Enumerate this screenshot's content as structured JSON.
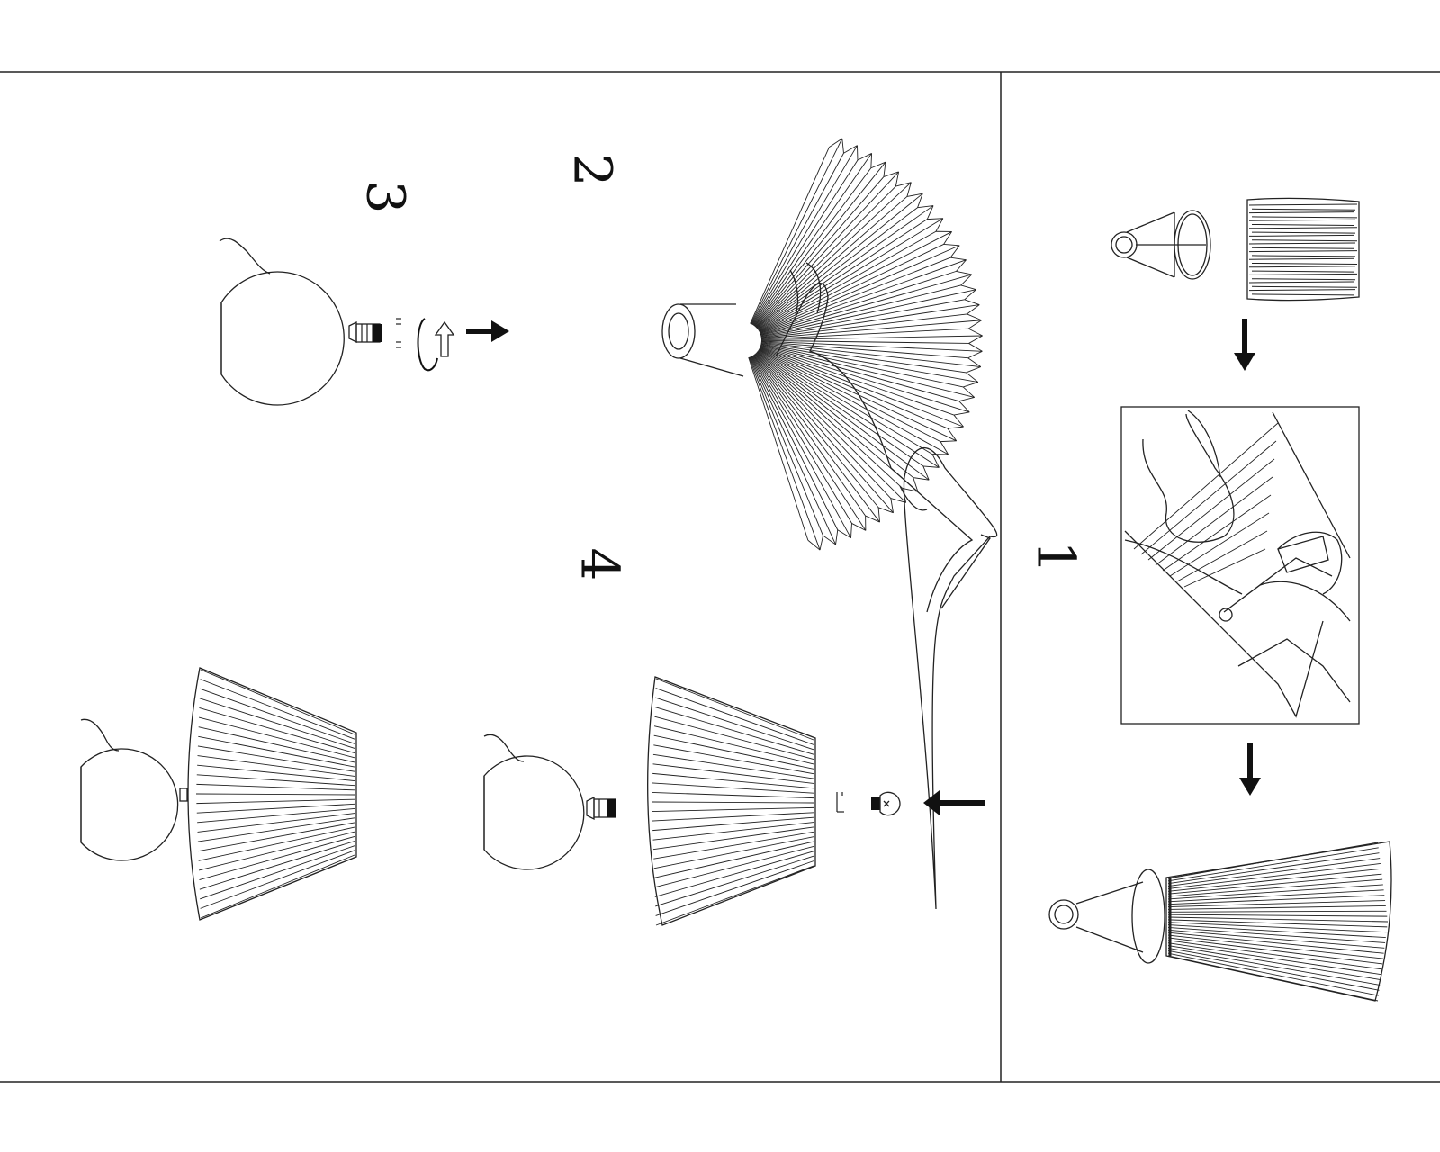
{
  "document": {
    "panels": [
      {
        "id": "panel-left",
        "steps": [
          "2",
          "3",
          "4"
        ]
      },
      {
        "id": "panel-right",
        "steps": [
          "1"
        ]
      }
    ],
    "steps": {
      "step1": {
        "number": "1"
      },
      "step2": {
        "number": "2"
      },
      "step3": {
        "number": "3"
      },
      "step4": {
        "number": "4"
      }
    }
  },
  "icons": [
    "lamp-frame-icon",
    "pleated-shade-icon",
    "hands-assembly-icon",
    "assembled-shade-icon",
    "hand-spreading-pleats-icon",
    "lamp-base-globe-icon",
    "bulb-socket-icon",
    "rotate-arrow-icon",
    "arrow-right-icon",
    "arrow-down-icon",
    "arrow-left-icon",
    "light-bulb-icon",
    "finished-lamp-icon"
  ],
  "colors": {
    "line": "#222222",
    "background": "#ffffff"
  }
}
